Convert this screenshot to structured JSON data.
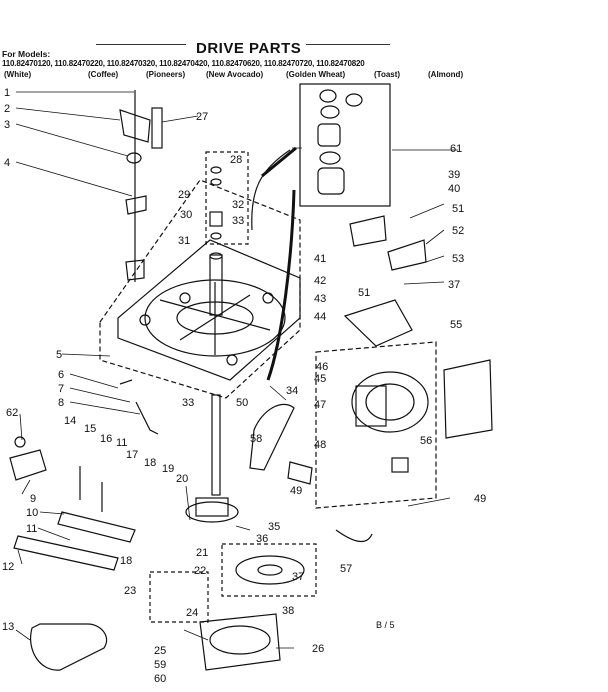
{
  "title": "DRIVE PARTS",
  "for_models": "For Models:",
  "models_line": "110.82470120, 110.82470220, 110.82470320, 110.82470420, 110.82470620, 110.82470720, 110.82470820",
  "colors": [
    "(White)",
    "(Coffee)",
    "(Pioneers)",
    "(New Avocado)",
    "(Golden Wheat)",
    "(Toast)",
    "(Almond)"
  ],
  "page_ref": "B / 5",
  "callouts": [
    "1",
    "2",
    "3",
    "4",
    "5",
    "6",
    "7",
    "8",
    "9",
    "10",
    "11",
    "11",
    "12",
    "13",
    "14",
    "15",
    "16",
    "17",
    "18",
    "18",
    "19",
    "20",
    "21",
    "22",
    "23",
    "24",
    "25",
    "26",
    "27",
    "28",
    "29",
    "30",
    "31",
    "32",
    "33",
    "33",
    "34",
    "35",
    "36",
    "37",
    "37",
    "38",
    "39",
    "40",
    "41",
    "42",
    "43",
    "44",
    "45",
    "46",
    "47",
    "48",
    "49",
    "49",
    "50",
    "51",
    "51",
    "52",
    "53",
    "55",
    "56",
    "57",
    "58",
    "59",
    "60",
    "61",
    "62"
  ]
}
